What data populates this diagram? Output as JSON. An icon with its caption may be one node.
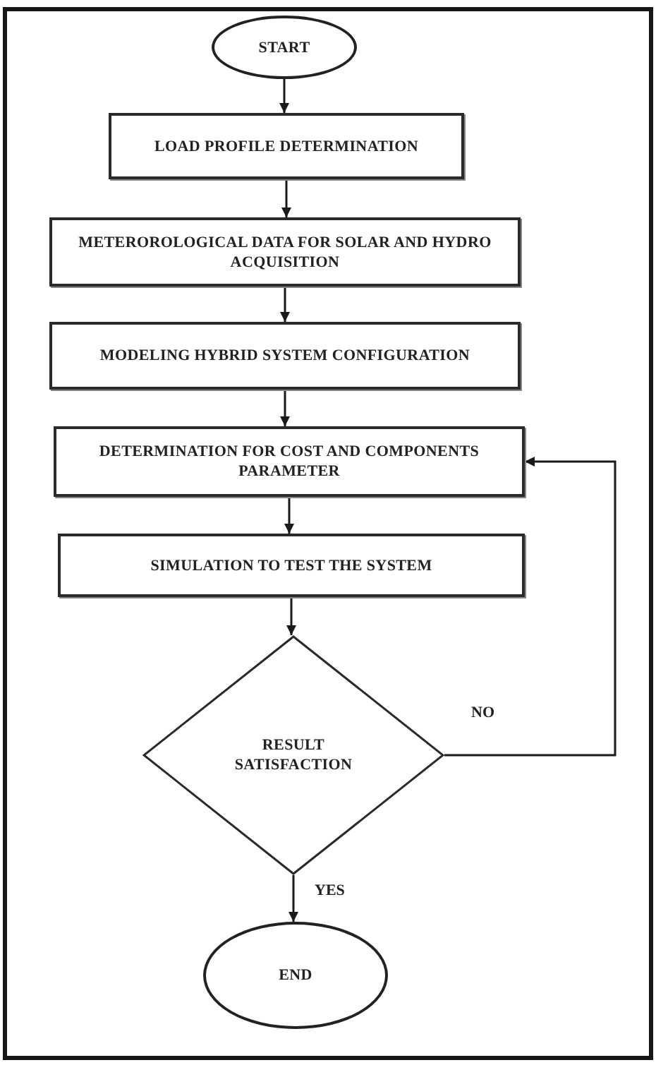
{
  "diagram": {
    "nodes": [
      {
        "text": [
          "START"
        ]
      },
      {
        "text": [
          "LOAD PROFILE DETERMINATION"
        ]
      },
      {
        "text": [
          "METEROROLOGICAL DATA FOR SOLAR AND HYDRO ACQUISITION"
        ]
      },
      {
        "text": [
          "MODELING HYBRID SYSTEM CONFIGURATION"
        ]
      },
      {
        "text": [
          "DETERMINATION FOR COST AND COMPONENTS PARAMETER"
        ]
      },
      {
        "text": [
          "SIMULATION TO TEST THE SYSTEM"
        ]
      },
      {
        "text": [
          "RESULT SATISFACTION"
        ]
      },
      {
        "text": [
          "END"
        ]
      }
    ],
    "edges": [
      {
        "from": 0,
        "to": 1,
        "arrow": "to"
      },
      {
        "from": 1,
        "to": 2,
        "arrow": "to"
      },
      {
        "from": 2,
        "to": 3,
        "arrow": "to"
      },
      {
        "from": 3,
        "to": 4,
        "arrow": "to"
      },
      {
        "from": 4,
        "to": 5,
        "arrow": "to"
      },
      {
        "from": 5,
        "to": 6,
        "arrow": "to"
      },
      {
        "from": 6,
        "to": 4,
        "arrow": "to",
        "label": "NO"
      },
      {
        "from": 6,
        "to": 7,
        "arrow": "to",
        "label": "YES"
      }
    ]
  }
}
